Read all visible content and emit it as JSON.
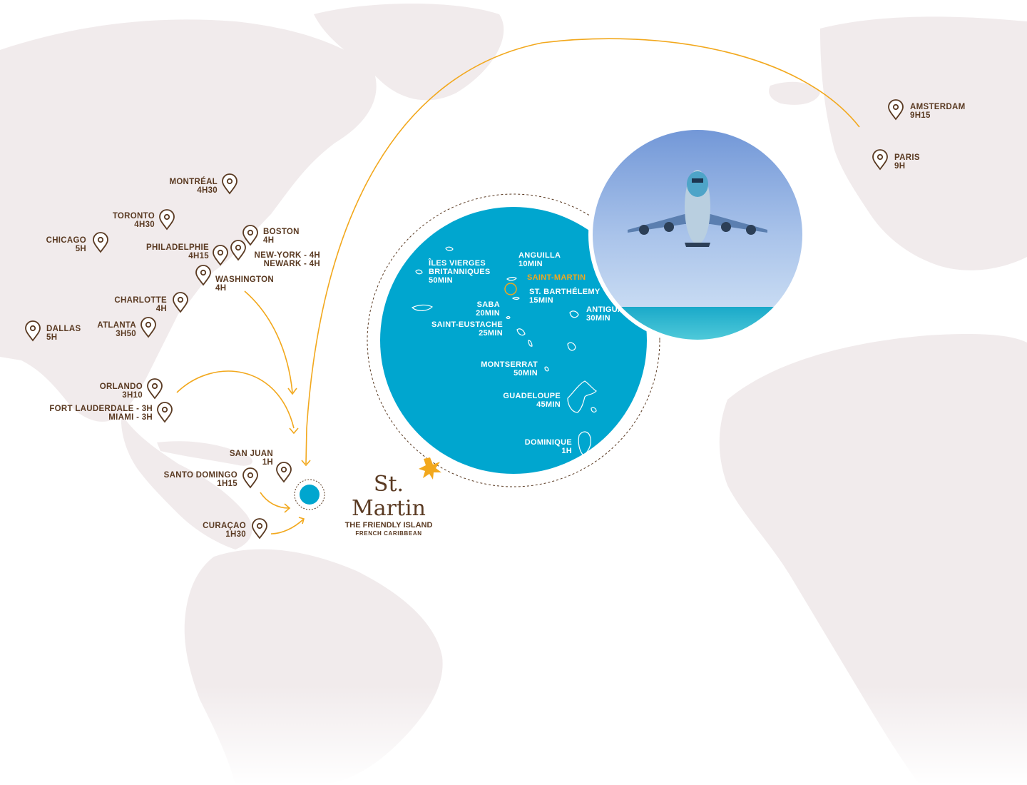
{
  "colors": {
    "land": "#f1ebec",
    "sea_circle": "#00a6cf",
    "route": "#f2a81d",
    "text": "#5a3a22",
    "highlight": "#f2a81d"
  },
  "origins": [
    {
      "id": "montreal",
      "name": "MONTRÉAL",
      "time": "4H30"
    },
    {
      "id": "toronto",
      "name": "TORONTO",
      "time": "4H30"
    },
    {
      "id": "chicago",
      "name": "CHICAGO",
      "time": "5H"
    },
    {
      "id": "boston",
      "name": "BOSTON",
      "time": "4H"
    },
    {
      "id": "philadelphie",
      "name": "PHILADELPHIE",
      "time": "4H15"
    },
    {
      "id": "newyork",
      "name": "NEW-YORK - 4H",
      "time": "NEWARK - 4H"
    },
    {
      "id": "washington",
      "name": "WASHINGTON",
      "time": "4H"
    },
    {
      "id": "charlotte",
      "name": "CHARLOTTE",
      "time": "4H"
    },
    {
      "id": "atlanta",
      "name": "ATLANTA",
      "time": "3H50"
    },
    {
      "id": "dallas",
      "name": "DALLAS",
      "time": "5H"
    },
    {
      "id": "orlando",
      "name": "ORLANDO",
      "time": "3H10"
    },
    {
      "id": "fortlauderdale",
      "name": "FORT LAUDERDALE - 3H",
      "time": "MIAMI - 3H"
    },
    {
      "id": "sanjuan",
      "name": "SAN JUAN",
      "time": "1H"
    },
    {
      "id": "santodomingo",
      "name": "SANTO DOMINGO",
      "time": "1H15"
    },
    {
      "id": "curacao",
      "name": "CURAÇAO",
      "time": "1H30"
    },
    {
      "id": "amsterdam",
      "name": "AMSTERDAM",
      "time": "9H15"
    },
    {
      "id": "paris",
      "name": "PARIS",
      "time": "9H"
    }
  ],
  "islands": [
    {
      "id": "iles-vierges",
      "name": "ÎLES VIERGES",
      "name2": "BRITANNIQUES",
      "time": "50MIN"
    },
    {
      "id": "anguilla",
      "name": "ANGUILLA",
      "time": "10MIN"
    },
    {
      "id": "saint-martin",
      "name": "SAINT-MARTIN"
    },
    {
      "id": "st-barthelemy",
      "name": "ST. BARTHÉLEMY",
      "time": "15MIN"
    },
    {
      "id": "saba",
      "name": "SABA",
      "time": "20MIN"
    },
    {
      "id": "saint-eustache",
      "name": "SAINT-EUSTACHE",
      "time": "25MIN"
    },
    {
      "id": "antigua",
      "name": "ANTIGUA",
      "time": "30MIN"
    },
    {
      "id": "montserrat",
      "name": "MONTSERRAT",
      "time": "50MIN"
    },
    {
      "id": "guadeloupe",
      "name": "GUADELOUPE",
      "time": "45MIN"
    },
    {
      "id": "dominique",
      "name": "DOMINIQUE",
      "time": "1H"
    }
  ],
  "brand": {
    "name": "St. Martin",
    "tagline": "THE FRIENDLY ISLAND",
    "subtitle": "FRENCH CARIBBEAN"
  }
}
